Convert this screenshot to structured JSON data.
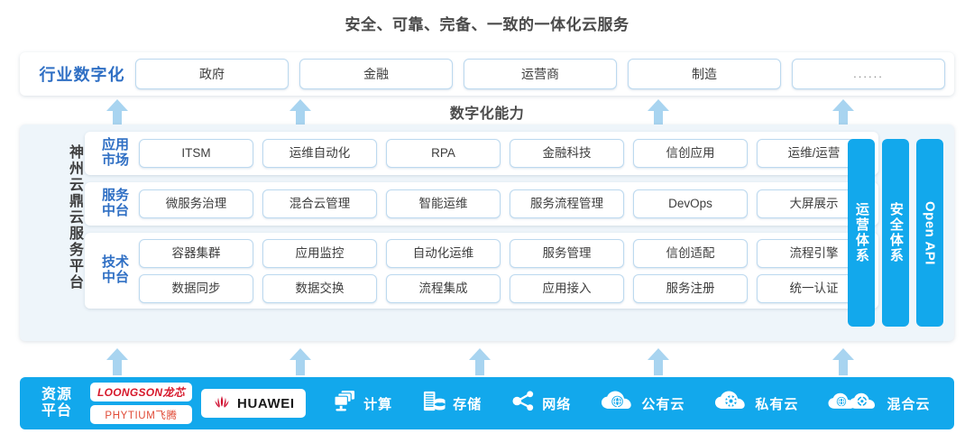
{
  "title": "安全、可靠、完备、一致的一体化云服务",
  "capability_text": "数字化能力",
  "industry": {
    "label": "行业数字化",
    "cards": [
      {
        "label": "政府"
      },
      {
        "label": "金融"
      },
      {
        "label": "运营商"
      },
      {
        "label": "制造"
      },
      {
        "label": "......"
      }
    ]
  },
  "platform": {
    "label": "神州云鼎云服务平台",
    "rows": [
      {
        "label": "应用\n市场",
        "label_line1": "应用",
        "label_line2": "市场",
        "lines": [
          [
            "ITSM",
            "运维自动化",
            "RPA",
            "金融科技",
            "信创应用",
            "运维/运营"
          ]
        ]
      },
      {
        "label_line1": "服务",
        "label_line2": "中台",
        "lines": [
          [
            "微服务治理",
            "混合云管理",
            "智能运维",
            "服务流程管理",
            "DevOps",
            "大屏展示"
          ]
        ]
      },
      {
        "label_line1": "技术",
        "label_line2": "中台",
        "lines": [
          [
            "容器集群",
            "应用监控",
            "自动化运维",
            "服务管理",
            "信创适配",
            "流程引擎"
          ],
          [
            "数据同步",
            "数据交换",
            "流程集成",
            "应用接入",
            "服务注册",
            "统一认证"
          ]
        ]
      }
    ],
    "pillars": [
      {
        "label": "运营体系",
        "script": "cjk"
      },
      {
        "label": "安全体系",
        "script": "cjk"
      },
      {
        "label": "Open API",
        "script": "latin"
      }
    ]
  },
  "resource": {
    "label_line1": "资源",
    "label_line2": "平台",
    "vendors": [
      {
        "name": "LOONGSON龙芯"
      },
      {
        "name": "PHYTIUM飞腾"
      },
      {
        "name": "HUAWEI"
      }
    ],
    "items": [
      {
        "label": "计算",
        "icon": "compute-icon"
      },
      {
        "label": "存储",
        "icon": "storage-icon"
      },
      {
        "label": "网络",
        "icon": "network-icon"
      },
      {
        "label": "公有云",
        "icon": "public-cloud-icon"
      },
      {
        "label": "私有云",
        "icon": "private-cloud-icon"
      },
      {
        "label": "混合云",
        "icon": "hybrid-cloud-icon"
      }
    ]
  },
  "colors": {
    "accent_blue": "#12a8ec",
    "arrow_blue": "#a8d4f0",
    "label_blue": "#2f6fc4",
    "panel_bg": "#eef5fa",
    "card_border": "#bcd9ef",
    "loongson_red": "#d6182b",
    "phytium_red": "#e04a36"
  },
  "arrows": {
    "upper_row": [
      130,
      333,
      730,
      935
    ],
    "lower_row": [
      130,
      333,
      532,
      730,
      935
    ]
  }
}
